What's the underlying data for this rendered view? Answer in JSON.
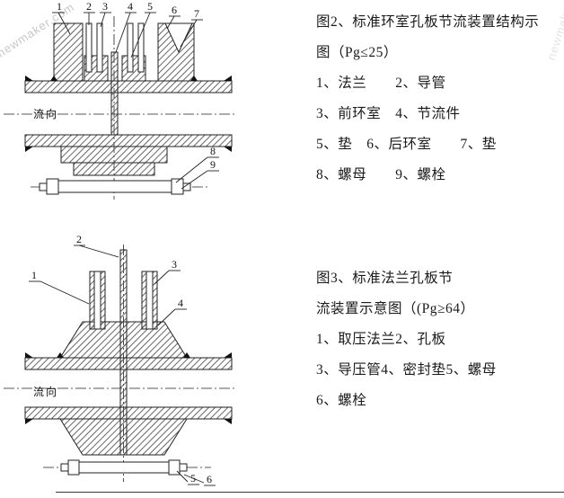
{
  "watermark": {
    "main": "newmaker.com",
    "side": "newmaker"
  },
  "fig2": {
    "flow_label": "流向",
    "callouts": [
      "1",
      "2",
      "3",
      "4",
      "5",
      "6",
      "7",
      "8",
      "9"
    ],
    "caption": [
      "图2、标准环室孔板节流装置结构示",
      "图（Pg≤25）",
      "1、法兰　　2、导管",
      "3、前环室　4、节流件",
      "5、垫　6、后环室　　7、垫",
      "8、螺母　　9、螺栓"
    ]
  },
  "fig3": {
    "flow_label": "流向",
    "callouts": [
      "1",
      "2",
      "3",
      "4",
      "5",
      "6"
    ],
    "caption": [
      "图3、标准法兰孔板节",
      "流装置示意图（(Pg≥64）",
      "1、取压法兰2、孔板",
      "3、导压管4、密封垫5、螺母",
      "6、螺栓"
    ]
  }
}
